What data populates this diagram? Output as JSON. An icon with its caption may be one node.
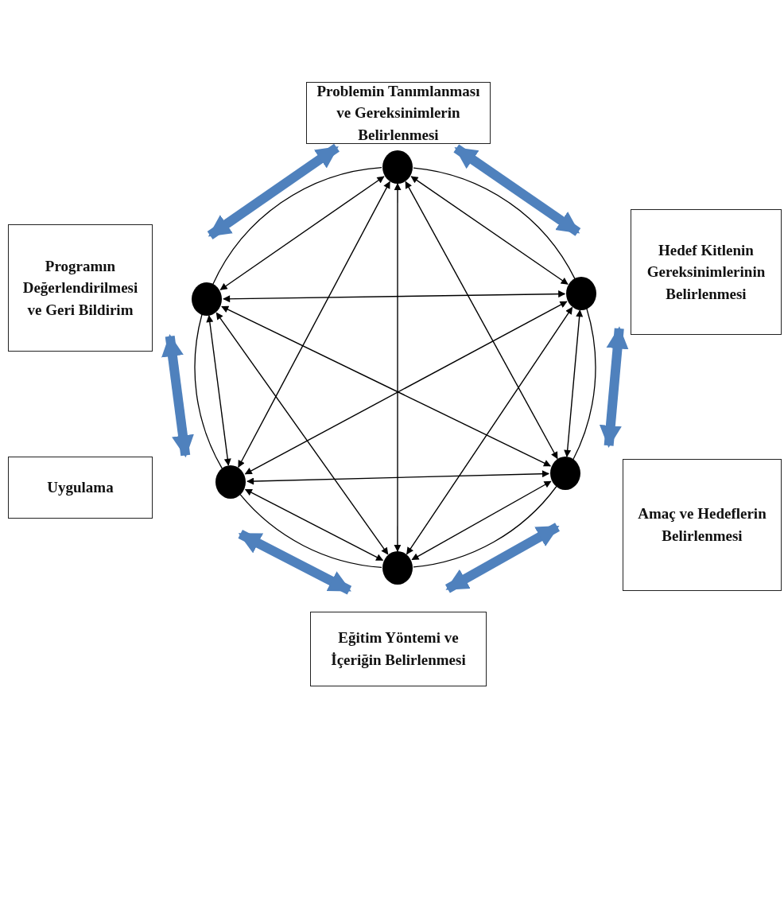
{
  "diagram": {
    "nodes": [
      {
        "text": [
          "Problemin Tanımlanması ve Gereksinimlerin Belirlenmesi"
        ]
      },
      {
        "text": [],
        "shape": "circle"
      },
      {
        "text": [
          "Programın Değerlendirilmesi ve Geri Bildirim"
        ]
      },
      {
        "text": [],
        "shape": "circle"
      },
      {
        "text": [],
        "shape": "circle"
      },
      {
        "text": [
          "Hedef Kitlenin Gereksinimlerinin Belirlenmesi"
        ]
      },
      {
        "text": [
          "Uygulama"
        ]
      },
      {
        "text": [],
        "shape": "circle"
      },
      {
        "text": [],
        "shape": "circle"
      },
      {
        "text": [
          "Amaç ve Hedeflerin Belirlenmesi"
        ]
      },
      {
        "text": [],
        "shape": "circle"
      },
      {
        "text": [
          "Eğitim Yöntemi ve İçeriğin Belirlenmesi"
        ]
      }
    ],
    "edges": [
      {
        "from": 1,
        "to": 3,
        "arrow": "both"
      },
      {
        "from": 1,
        "to": 4,
        "arrow": "both"
      },
      {
        "from": 1,
        "to": 7,
        "arrow": "both"
      },
      {
        "from": 1,
        "to": 8,
        "arrow": "both"
      },
      {
        "from": 1,
        "to": 10,
        "arrow": "both"
      },
      {
        "from": 3,
        "to": 4,
        "arrow": "both"
      },
      {
        "from": 3,
        "to": 7,
        "arrow": "both"
      },
      {
        "from": 3,
        "to": 8,
        "arrow": "both"
      },
      {
        "from": 3,
        "to": 10,
        "arrow": "both"
      },
      {
        "from": 4,
        "to": 7,
        "arrow": "both"
      },
      {
        "from": 4,
        "to": 8,
        "arrow": "both"
      },
      {
        "from": 4,
        "to": 10,
        "arrow": "both"
      },
      {
        "from": 7,
        "to": 8,
        "arrow": "both"
      },
      {
        "from": 7,
        "to": 10,
        "arrow": "both"
      },
      {
        "from": 8,
        "to": 10,
        "arrow": "both"
      },
      {
        "from": 1,
        "to": 4,
        "arrow": "none"
      },
      {
        "from": 4,
        "to": 8,
        "arrow": "none"
      },
      {
        "from": 8,
        "to": 10,
        "arrow": "none"
      },
      {
        "from": 10,
        "to": 7,
        "arrow": "none"
      },
      {
        "from": 7,
        "to": 3,
        "arrow": "none"
      },
      {
        "from": 3,
        "to": 1,
        "arrow": "none"
      },
      {
        "from": 1,
        "to": 4,
        "arrow": "both",
        "style": "thick",
        "color": "#4f81bd"
      },
      {
        "from": 4,
        "to": 8,
        "arrow": "both",
        "style": "thick",
        "color": "#4f81bd"
      },
      {
        "from": 8,
        "to": 10,
        "arrow": "both",
        "style": "thick",
        "color": "#4f81bd"
      },
      {
        "from": 10,
        "to": 7,
        "arrow": "both",
        "style": "thick",
        "color": "#4f81bd"
      },
      {
        "from": 7,
        "to": 3,
        "arrow": "both",
        "style": "thick",
        "color": "#4f81bd"
      },
      {
        "from": 3,
        "to": 1,
        "arrow": "both",
        "style": "thick",
        "color": "#4f81bd"
      }
    ]
  }
}
